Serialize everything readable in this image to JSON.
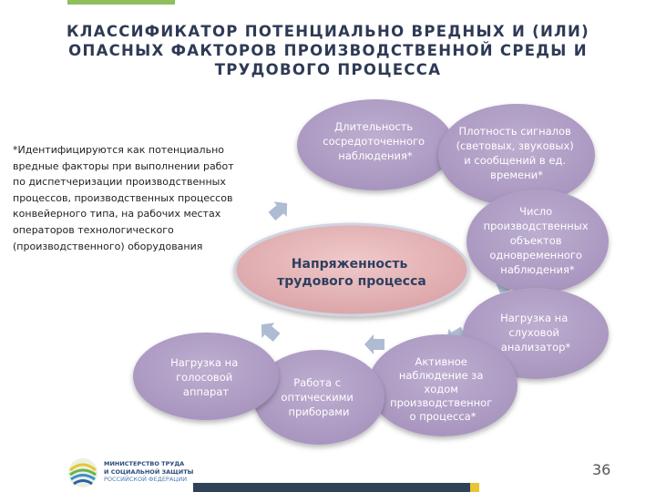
{
  "title": {
    "line1": "КЛАССИФИКАТОР ПОТЕНЦИАЛЬНО ВРЕДНЫХ И (ИЛИ)",
    "line2": "ОПАСНЫХ ФАКТОРОВ ПРОИЗВОДСТВЕННОЙ СРЕДЫ И",
    "line3": "ТРУДОВОГО ПРОЦЕССА"
  },
  "note": {
    "lines": [
      "*Идентифицируются как потенциально",
      "вредные факторы при выполнении работ",
      "по диспетчеризации производственных",
      "процессов, производственных процессов",
      "конвейерного типа, на рабочих местах",
      "операторов технологического",
      "(производственного) оборудования"
    ]
  },
  "center": {
    "line1": "Напряженность",
    "line2": "трудового процесса"
  },
  "ovals": [
    {
      "lines": [
        "Длительность",
        "сосредоточенного",
        "наблюдения*"
      ]
    },
    {
      "lines": [
        "Плотность сигналов",
        "(световых, звуковых)",
        "и сообщений в ед.",
        "времени*"
      ]
    },
    {
      "lines": [
        "Число",
        "производственных",
        "объектов",
        "одновременного",
        "наблюдения*"
      ]
    },
    {
      "lines": [
        "Нагрузка на",
        "слуховой",
        "анализатор*"
      ]
    },
    {
      "lines": [
        "Активное",
        "наблюдение за",
        "ходом",
        "производственног",
        "о процесса*"
      ]
    },
    {
      "lines": [
        "Работа с",
        "оптическими",
        "приборами"
      ]
    },
    {
      "lines": [
        "Нагрузка на",
        "голосовой",
        "аппарат"
      ]
    }
  ],
  "colors": {
    "oval_fill": "#b6a6c9",
    "center_fill": "#e9b9bb",
    "arrow_fill": "#aebbd3",
    "title_color": "#2e3a55"
  },
  "footer": {
    "page_number": "36",
    "org_line1": "МИНИСТЕРСТВО ТРУДА",
    "org_line2": "И СОЦИАЛЬНОЙ ЗАЩИТЫ",
    "org_line3": "РОССИЙСКОЙ ФЕДЕРАЦИИ",
    "logo_icon": "ministry-logo-icon"
  }
}
